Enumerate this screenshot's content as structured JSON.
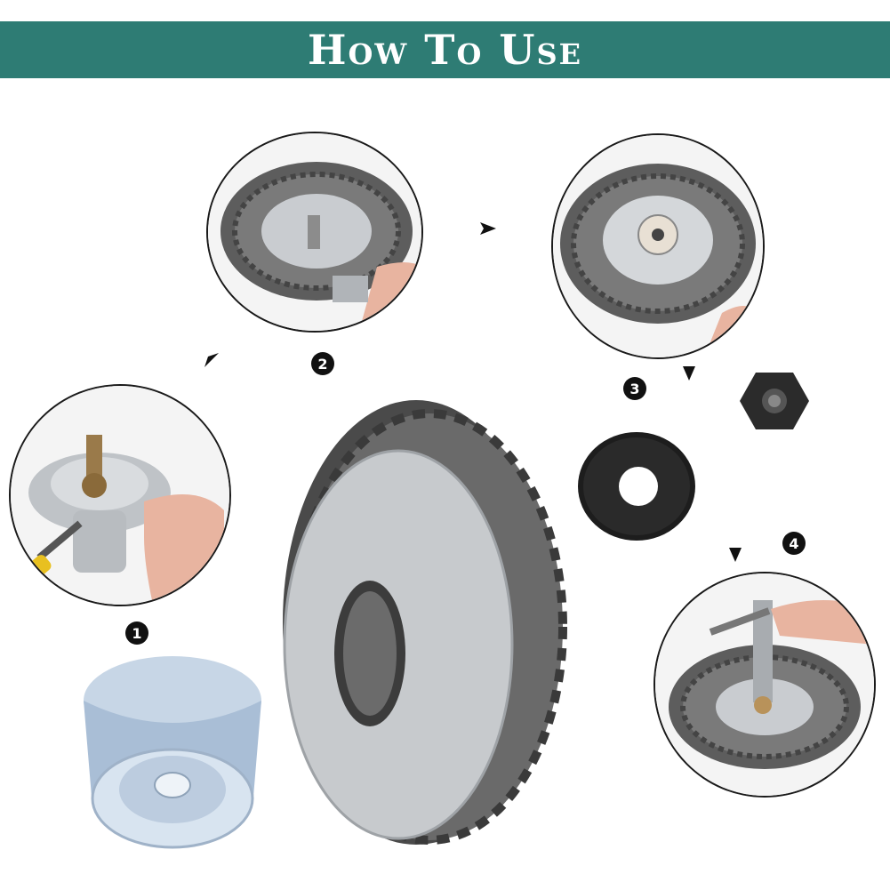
{
  "header": {
    "title": "How To Use"
  },
  "steps": [
    {
      "number": "1"
    },
    {
      "number": "2"
    },
    {
      "number": "3"
    },
    {
      "number": "4"
    }
  ],
  "colors": {
    "banner": "#2e7c74",
    "badge": "#111111"
  },
  "icons": [
    "arrow-right-icon",
    "arrow-down-left-icon",
    "arrow-down-icon"
  ]
}
